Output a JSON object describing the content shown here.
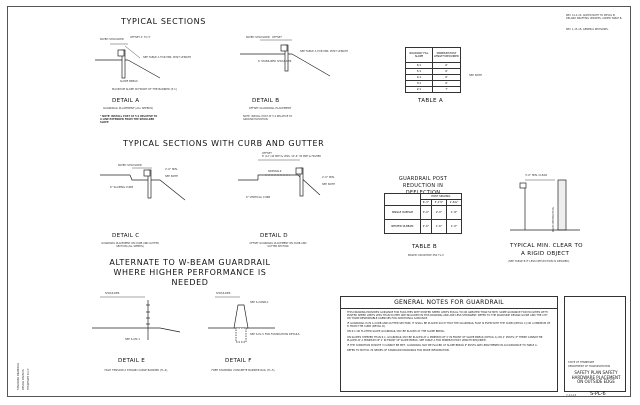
{
  "revisions": {
    "rev1": "REV. 12-2-14: ADDED NOTE TO DETAIL B; DELAND DRAFTING UPDATES; ADDED TABLE B.",
    "rev2": "REV. 1-15-16: GENERAL REVISIONS."
  },
  "headings": {
    "typical_sections": "TYPICAL SECTIONS",
    "typical_curb": "TYPICAL SECTIONS WITH CURB AND GUTTER",
    "alternate": "ALTERNATE TO W-BEAM GUARDRAIL WHERE HIGHER PERFORMANCE IS NEEDED"
  },
  "detail_a": {
    "title": "DETAIL A",
    "caption": "GUARDRAIL PLACEMENT (ALL SPEEDS)",
    "note": "* NOTE: INSTALL POST AT 5:1 RELATIVE TO A LINE EXTENDED FROM THE SHOULDER SLOPE",
    "labels": {
      "paved_shoulder": "PAVED SHOULDER",
      "offset": "OFFSET 2' TO 3'",
      "see_table": "SEE TABLE A FOR MIN. POST LENGTH",
      "slope_break": "SLOPE BREAK",
      "max_slope": "MAXIMUM SLOPE IN FRONT OF THE BARRIER (5:1)"
    }
  },
  "detail_b": {
    "title": "DETAIL B",
    "caption": "OFFSET GUARDRAIL PLACEMENT",
    "note": "NOTE: INSTALL POST AT 5:1 RELATIVE TO GROUND ELEVATION",
    "labels": {
      "paved_shoulder": "PAVED SHOULDER",
      "offset": "OFFSET",
      "see_table": "SEE TABLE A FOR MIN. POST LENGTH",
      "stabilized": "6' STABILIZED SHOULDER"
    }
  },
  "table_a": {
    "title": "TABLE A",
    "headers": [
      "ROADWAY FILL SLOPE",
      "MINIMUM POST LENGTH REQUIRED"
    ],
    "rows": [
      [
        "6:1",
        "6'"
      ],
      [
        "5:1",
        "6'"
      ],
      [
        "4:1",
        "6'"
      ],
      [
        "3:1",
        "6'"
      ],
      [
        "2:1",
        "7'"
      ]
    ],
    "note_ref": "SEE NOTE"
  },
  "detail_c": {
    "title": "DETAIL C",
    "caption": "GUARDRAIL PLACEMENT ON CURB AND GUTTER SECTION (ALL SPEEDS)",
    "labels": {
      "paved_shoulder": "PAVED SHOULDER",
      "min": "2'-0\" MIN.",
      "see_note": "SEE NOTE",
      "sloping_curb": "6\" SLOPING CURB"
    }
  },
  "detail_d": {
    "title": "DETAIL D",
    "caption": "OFFSET GUARDRAIL PLACEMENT ON CURB AND GUTTER SECTION",
    "labels": {
      "offset": "OFFSET",
      "offset_note": "8' (12') 40 MPH & LESS; 10'-6\" 45 MPH & HIGHER",
      "sidewalk": "SIDEWALK",
      "min": "2'-0\" MIN.",
      "see_note": "SEE NOTE",
      "vertical_curb": "6\" VERTICAL CURB"
    }
  },
  "table_b": {
    "heading": "GUARDRAIL POST REDUCTION IN DEFLECTION",
    "subheading": "POST SPACING",
    "spacing": [
      "6'-3\"",
      "3'-1½\"",
      "1'-6¾\""
    ],
    "rows": [
      {
        "label": "SINGLE W-BEAM",
        "values": [
          "3'-0\"",
          "2'-0\"",
          "1'-8\""
        ]
      },
      {
        "label": "NESTED W-BEAM",
        "values": [
          "2'-6\"",
          "1'-6\"",
          "1'-0\""
        ]
      }
    ],
    "title": "TABLE B",
    "source": "BASED ON NCHRP 350 TL-3"
  },
  "clearance": {
    "dim": "3'-0\" MIN. CLEAR",
    "side_label": "RIGID OBSTRUCTION",
    "title_line1": "TYPICAL MIN. CLEAR TO",
    "title_line2": "A RIGID OBJECT",
    "note": "(SEE TABLE B IF LESS DEFLECTION IS DESIRED)"
  },
  "detail_e": {
    "title": "DETAIL E",
    "caption": "HIGH TENSION 4 STRAND CABLE BARRIER (TL-4)",
    "labels": {
      "shoulder": "SHOULDER",
      "see_note": "SEE S-CM-1"
    }
  },
  "detail_f": {
    "title": "DETAIL F",
    "caption": "FREE STANDING CONCRETE BARRIER RAIL (TL-5)",
    "labels": {
      "shoulder": "SHOULDER",
      "see": "SEE S-CONB-1",
      "see2": "SEE S-PL-5 FOR FOUNDATION DETAILS"
    }
  },
  "general_notes": {
    "title": "GENERAL NOTES FOR GUARDRAIL",
    "items": [
      "THIS DRAWING PROVIDES GUIDANCE FOR FACILITIES WITH POSTED SPEED LIMITS EQUAL TO OR GREATER THAN 50 MPH. SOME GUIDANCE FOR FACILITIES WITH POSTED SPEED LIMITS LESS THAN 50 MPH ARE INCLUDED IN THIS DRAWING AND ARE LESS STRINGENT. REFER TO THE ROADSIDE DESIGN GUIDE AND THE CITY OR TOWN RESPONSIBLE AGENCIES FOR ADDITIONAL GUIDANCE.",
      "IF GUARDRAIL IS IN A CURB AND GUTTER SECTION, IT SHALL BE PLACED SUCH THAT THE GUARDRAIL FACE IS EVEN WITH THE CURB (DETAIL C) OR A MINIMUM OF 8' FROM THE CURB (DETAIL D).",
      "ON 6:1 OR FLATTER SLOPE GUARDRAIL MAY BE PLACED AT THE SLOPE BREAK.",
      "ON SLOPES STEEPER THAN 6:1, GUARDRAIL MAY BE PLACED AT A MINIMUM OF 2' IN FRONT OF SLOPE BREAK (DETAIL A) OR 2' POSTS; IF THERE CANNOT BE PLACED AT A MINIMUM OF 2' IN FRONT OF SLOPE BREAK, SEE TABLE A FOR MINIMUM POST LENGTH REQUIRED.",
      "IF THE CONDITION IN NOTE 3 CANNOT BE MET, GUARDRAIL MAY BE PLACED AT SLOPE BREAK IF POSTS ARE LENGTHENED IN ACCORDANCE TO TABLE A.",
      "REFER TO MUTCD-76 SERIES OF STANDARD DRAWINGS FOR MORE INFORMATION."
    ]
  },
  "title_block": {
    "agency1": "STATE OF TENNESSEE",
    "agency2": "DEPARTMENT OF TRANSPORTATION",
    "title": "SAFETY PLAN SAFETY HARDWARE PLACEMENT ON OUTSIDE EDGE",
    "date": "7-11-13",
    "sheet": "S-PL-6"
  },
  "side_stamp": [
    "STANDARD DRAWINGS",
    "DESIGN DIVISION",
    "TENNESSEE D.O.T."
  ]
}
